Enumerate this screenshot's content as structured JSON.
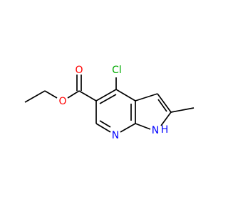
{
  "molecule": {
    "atoms": {
      "chlorine": "Cl",
      "carbonyl_oxygen": "O",
      "ester_oxygen": "O",
      "pyridine_nitrogen": "N",
      "pyrrole_nitrogen": "N",
      "pyrrole_hydrogen": "H"
    },
    "colors": {
      "bond": "#000000",
      "chlorine": "#00aa00",
      "oxygen": "#ff0000",
      "nitrogen": "#0000ff"
    }
  }
}
